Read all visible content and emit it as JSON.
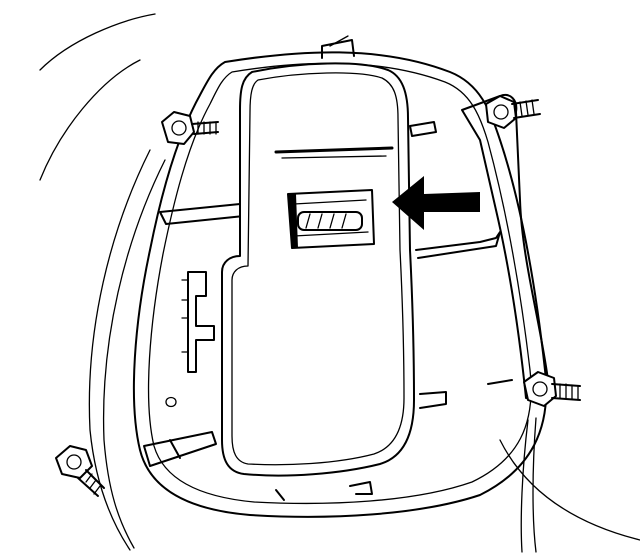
{
  "diagram": {
    "colors": {
      "ink": "#000000",
      "paper": "#ffffff"
    },
    "parts": [
      {
        "name": "blower-motor-resistor-cover"
      },
      {
        "name": "resistor-connector"
      },
      {
        "name": "indicator-arrow-icon"
      },
      {
        "name": "bolt-upper-left"
      },
      {
        "name": "bolt-upper-right"
      },
      {
        "name": "bolt-lower-right"
      },
      {
        "name": "bolt-lower-left"
      }
    ]
  }
}
